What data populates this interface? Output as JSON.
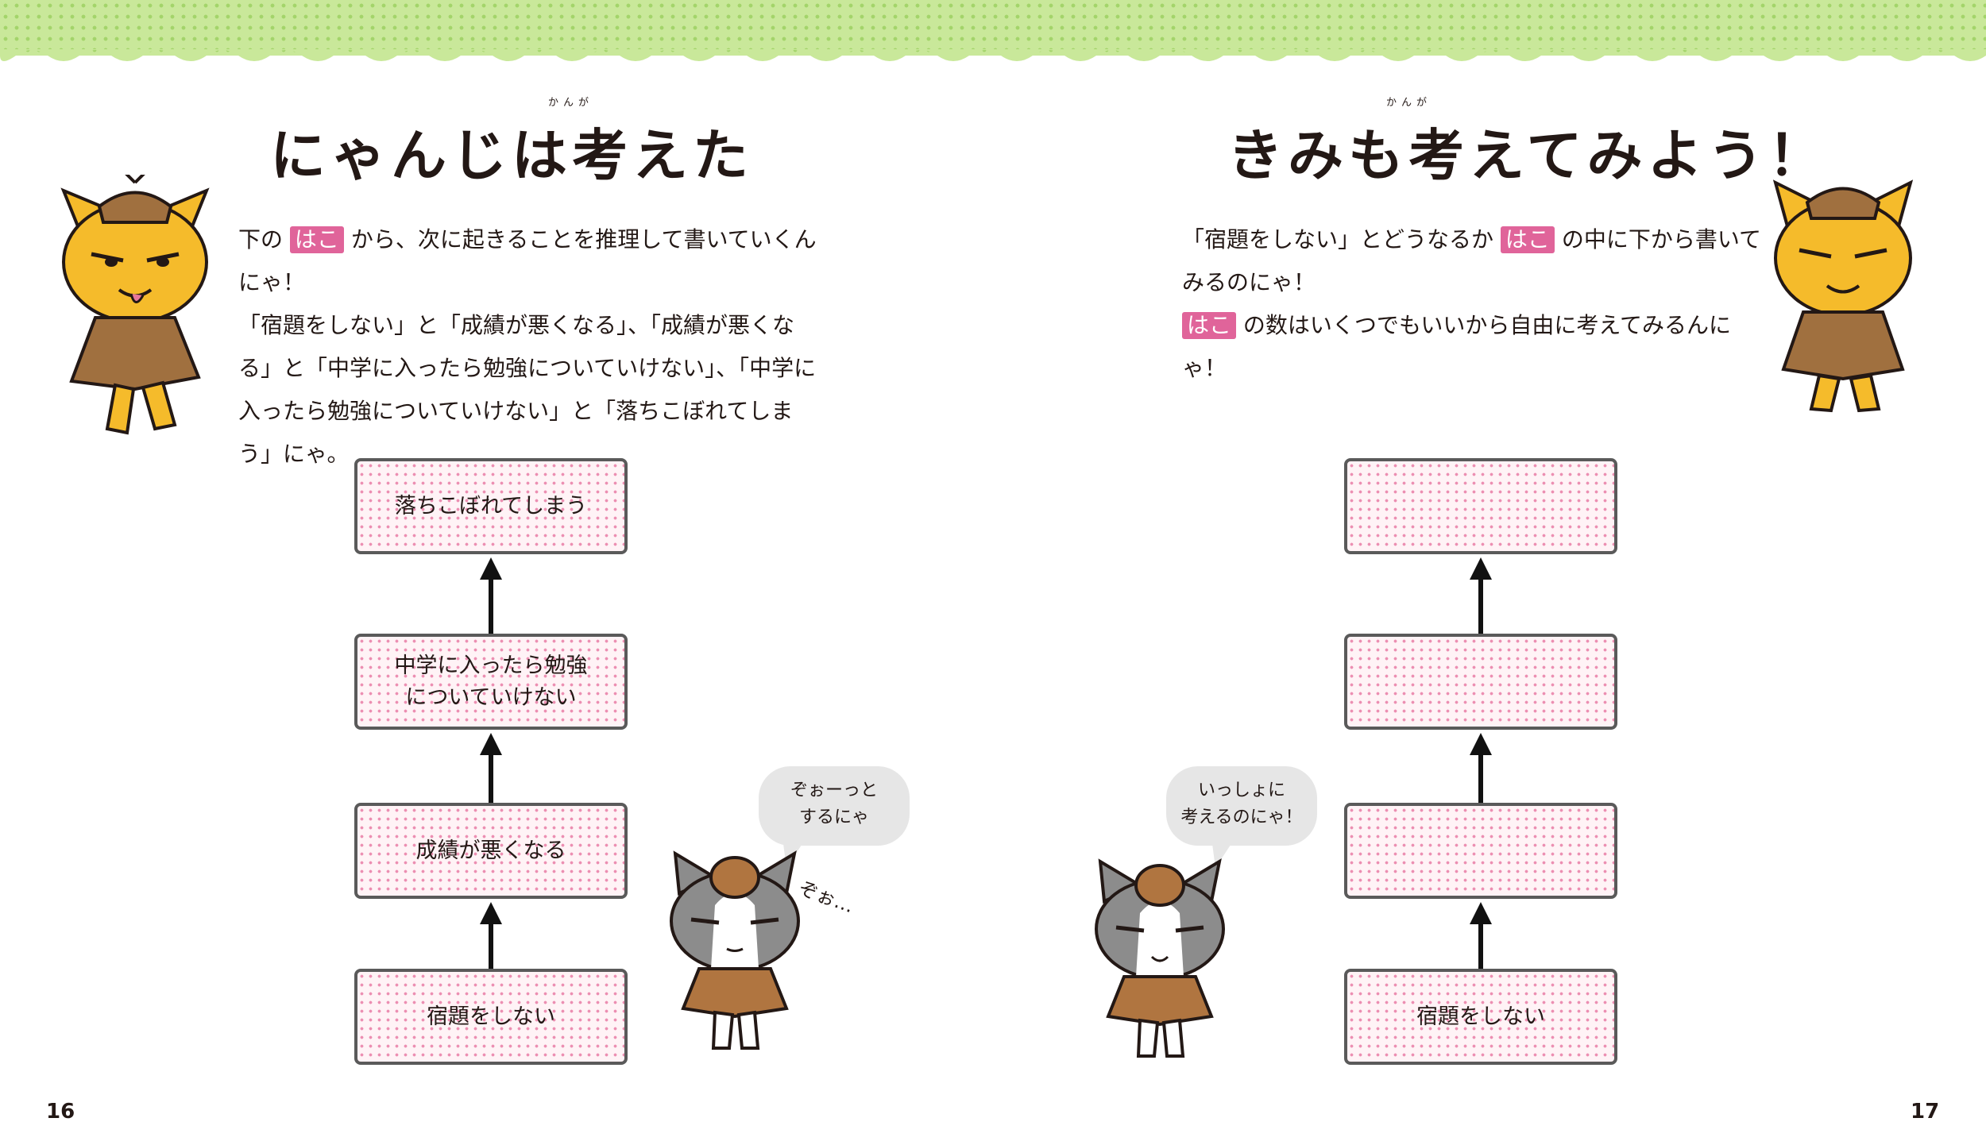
{
  "colors": {
    "banner_green": "#c9e89a",
    "hako_pink": "#e0649a",
    "box_dots": "#ec8fb2",
    "box_border": "#5a5a5a"
  },
  "left": {
    "title": "にゃんじは考えた",
    "title_ruby": "かんが",
    "paragraph": {
      "p1": "下の",
      "hako": "はこ",
      "p2": "から、次に起きることを推理して書いていくんにゃ！",
      "p3": "「宿題をしない」と「成績が悪くなる」、「成績が悪くなる」と「中学に入ったら勉強についていけない」、「中学に入ったら勉強についていけない」と「落ちこぼれてしまう」にゃ。"
    },
    "flow": {
      "box1": "落ちこぼれてしまう",
      "box2_line1": "中学に入ったら勉強",
      "box2_line2": "についていけない",
      "box3": "成績が悪くなる",
      "box4": "宿題をしない"
    },
    "bubble_line1": "ぞぉーっと",
    "bubble_line2": "するにゃ",
    "sfx": "ぞぉ…",
    "page_number": "16"
  },
  "right": {
    "title": "きみも考えてみよう！",
    "title_ruby": "かんが",
    "paragraph": {
      "p1": "「宿題をしない」とどうなるか",
      "hako1": "はこ",
      "p2": "の中に下から書いてみるのにゃ！",
      "hako2": "はこ",
      "p3": "の数はいくつでもいいから自由に考えてみるんにゃ！"
    },
    "flow": {
      "box4": "宿題をしない"
    },
    "bubble_line1": "いっしょに",
    "bubble_line2": "考えるのにゃ！",
    "page_number": "17"
  },
  "icons": [
    "detective-cat-yellow-icon",
    "detective-cat-gray-icon"
  ]
}
